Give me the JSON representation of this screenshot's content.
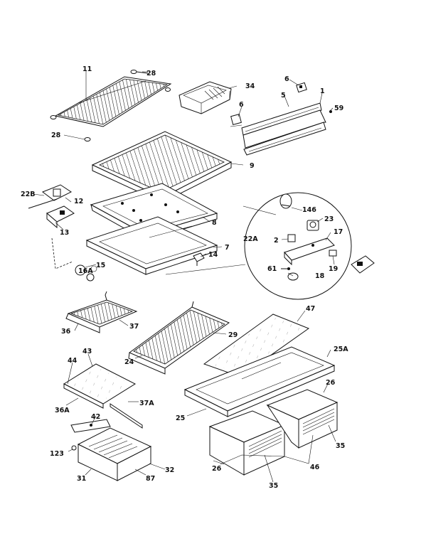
{
  "labels": {
    "p11": "11",
    "p28a": "28",
    "p28b": "28",
    "p34": "34",
    "p6a": "6",
    "p5": "5",
    "p1": "1",
    "p59": "59",
    "p6b": "6",
    "p9": "9",
    "p22b": "22B",
    "p12": "12",
    "p13": "13",
    "p8": "8",
    "p7": "7",
    "p14": "14",
    "p16a": "16A",
    "p15": "15",
    "p146": "146",
    "p22a": "22A",
    "p23": "23",
    "p2": "2",
    "p17": "17",
    "p19": "19",
    "p61": "61",
    "p18": "18",
    "p47": "47",
    "p36": "36",
    "p37": "37",
    "p29": "29",
    "p24": "24",
    "p25a": "25A",
    "p43": "43",
    "p44": "44",
    "p26a": "26",
    "p36a": "36A",
    "p37a": "37A",
    "p25": "25",
    "p42": "42",
    "p35a": "35",
    "p123": "123",
    "p46": "46",
    "p26b": "26",
    "p35b": "35",
    "p31": "31",
    "p87": "87",
    "p32": "32"
  }
}
